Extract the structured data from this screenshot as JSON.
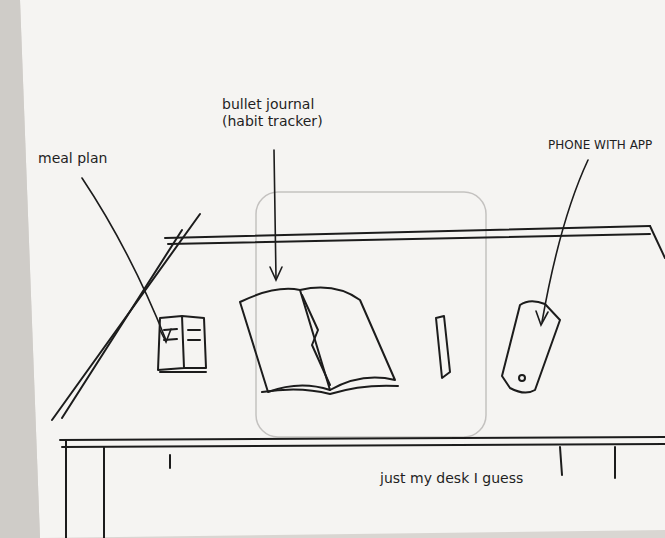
{
  "diagram": {
    "labels": [
      "meal plan",
      "bullet journal (habit tracker)",
      "PHONE WITH APP",
      "just my desk I guess"
    ]
  }
}
